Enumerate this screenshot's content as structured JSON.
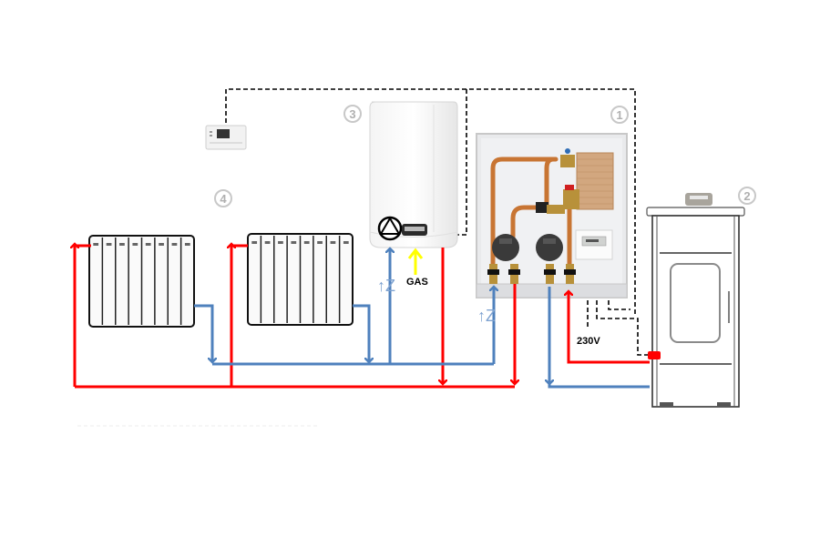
{
  "diagram": {
    "title": "Heating system schematic: gas boiler, pellet stove and hydraulic module"
  },
  "components": [
    {
      "id": "module",
      "number": "1",
      "name": "hydraulic-module"
    },
    {
      "id": "stove",
      "number": "2",
      "name": "pellet-stove"
    },
    {
      "id": "boiler",
      "number": "3",
      "name": "gas-boiler"
    },
    {
      "id": "radiators",
      "number": "4",
      "name": "radiators"
    }
  ],
  "labels": {
    "gas": "GAS",
    "voltage": "230V",
    "cold_water_symbol": "↑Z",
    "cold_water_symbol_2": "↑Z"
  },
  "colors": {
    "hot_pipe": "#ff0000",
    "cold_pipe": "#4f81bd",
    "gas_arrow": "#ffff00",
    "cable": "#000000",
    "number_badge": "#c8c8c8",
    "copper": "#c87533"
  }
}
